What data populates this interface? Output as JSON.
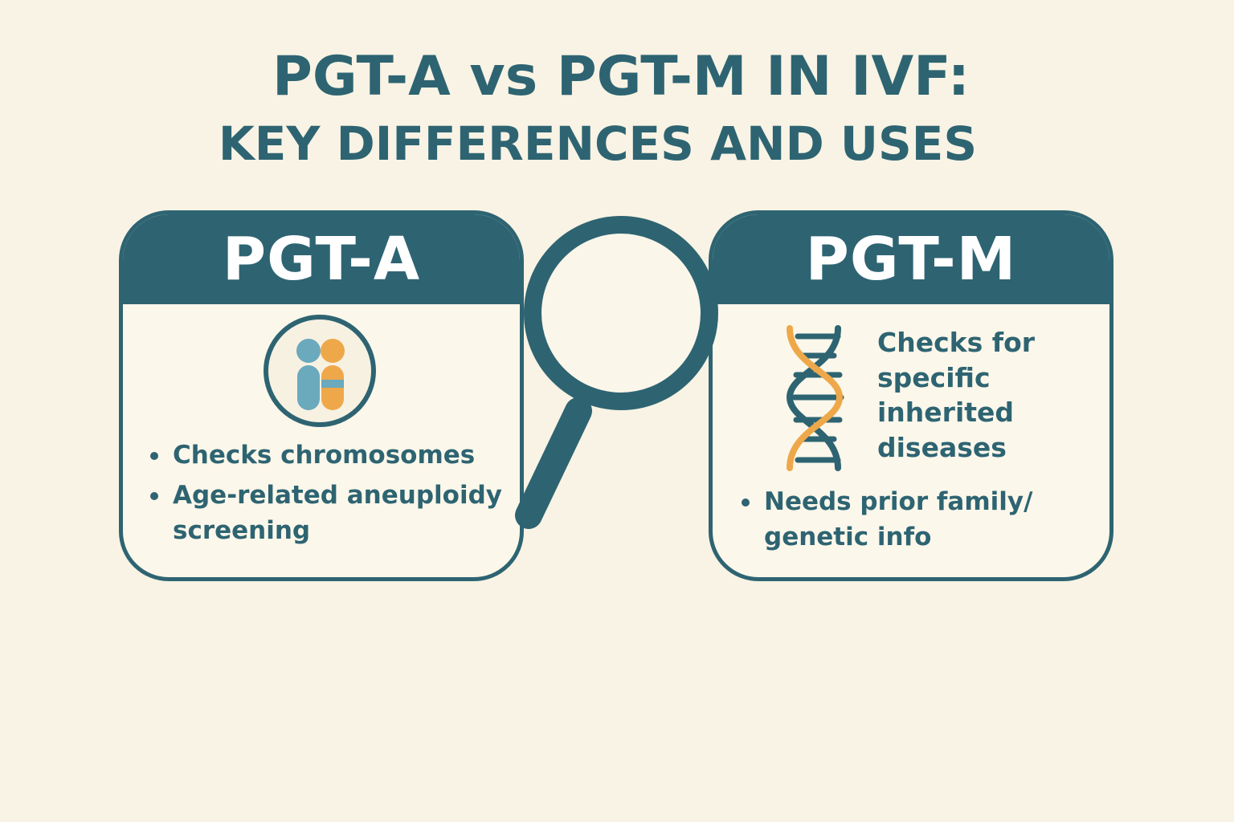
{
  "title": {
    "line1": "PGT-A vs PGT-M IN IVF:",
    "line2": "KEY DIFFERENCES AND USES"
  },
  "pgt_a": {
    "heading": "PGT-A",
    "icon": "chromosome-icon",
    "bullets": [
      "Checks chromosomes",
      "Age-related aneuploidy screening"
    ]
  },
  "pgt_m": {
    "heading": "PGT-M",
    "icon": "dna-icon",
    "description": "Checks for specific inherited diseases",
    "bullets": [
      "Needs prior family/ genetic info"
    ]
  },
  "center_icon": "magnifier-icon",
  "colors": {
    "background": "#f8f3e4",
    "primary": "#2e6472",
    "accent_orange": "#eea84a",
    "accent_blue": "#6ba9bd"
  }
}
